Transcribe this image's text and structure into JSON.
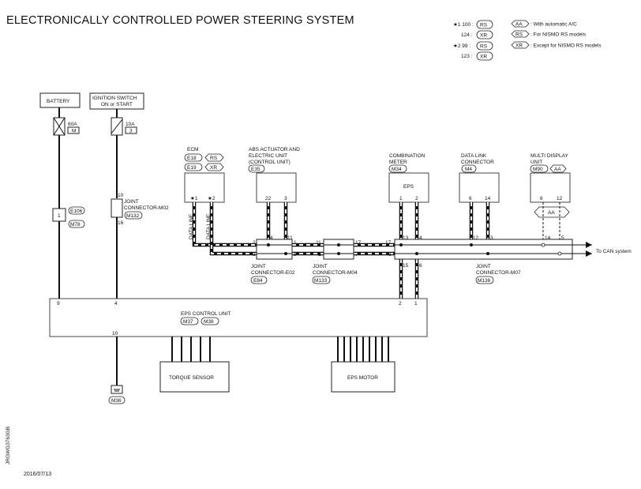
{
  "title": "ELECTRONICALLY CONTROLLED POWER STEERING SYSTEM",
  "legend": {
    "mark1_prefix": "★1 100 :",
    "mark1_tag": "RS",
    "mark1_alt_prefix": "124 :",
    "mark1_alt_tag": "XR",
    "mark2_prefix": "★2  99 :",
    "mark2_tag": "RS",
    "mark2_alt_prefix": "123 :",
    "mark2_alt_tag": "XR",
    "items": [
      {
        "tag": "AA",
        "text": ": With automatic A/C"
      },
      {
        "tag": "RS",
        "text": ": For NISMO RS models"
      },
      {
        "tag": "XR",
        "text": ": Except for NISMO RS models"
      }
    ]
  },
  "battery": {
    "label": "BATTERY",
    "fuse_rating": "60A",
    "fuse_id": "M"
  },
  "ignition": {
    "line1": "IGNITION SWITCH",
    "line2": "ON or START",
    "fuse_rating": "10A",
    "fuse_id": "3"
  },
  "connector_e106": {
    "pin": "1",
    "id1": "E106",
    "id2": "M78"
  },
  "joint_m02": {
    "line1": "JOINT",
    "line2": "CONNECTOR-M02",
    "pin_top": "10",
    "pin_bottom": "16",
    "id": "M132"
  },
  "ecm": {
    "label": "ECM",
    "conn1": "E18",
    "tag1": "RS",
    "conn2": "E19",
    "tag2": "XR",
    "pin1": "★1",
    "pin2": "★2"
  },
  "abs": {
    "line1": "ABS ACTUATOR AND",
    "line2": "ELECTRIC UNIT",
    "line3": "(CONTROL UNIT)",
    "conn": "E35",
    "pin1": "22",
    "pin2": "3"
  },
  "combination_meter": {
    "line1": "COMBINATION",
    "line2": "METER",
    "conn": "M34",
    "inner": "EPS",
    "pin1": "1",
    "pin2": "2"
  },
  "data_link": {
    "line1": "DATA LINK",
    "line2": "CONNECTOR",
    "conn": "M4",
    "pin1": "6",
    "pin2": "14"
  },
  "multi_display": {
    "line1": "MULTI DISPLAY",
    "line2": "UNIT",
    "conn": "M90",
    "tag": "AA",
    "pin1": "6",
    "pin2": "12",
    "hex_tag": "AA"
  },
  "data_line_label": "DATA LINE",
  "joint_e02": {
    "line1": "JOINT",
    "line2": "CONNECTOR-E02",
    "id": "E84",
    "pins": [
      "2",
      "4",
      "11",
      "9",
      "1",
      "8"
    ]
  },
  "joint_m04": {
    "line1": "JOINT",
    "line2": "CONNECTOR-M04",
    "id": "M133",
    "pins": [
      "11",
      "17",
      "1",
      "7"
    ]
  },
  "joint_m07": {
    "line1": "JOINT",
    "line2": "CONNECTOR-M07",
    "id": "M136",
    "pins": [
      "8",
      "17",
      "13",
      "4",
      "12",
      "3",
      "14",
      "5",
      "15",
      "6"
    ]
  },
  "can_label": "To CAN system",
  "eps_unit": {
    "label": "EPS CONTROL UNIT",
    "conn1": "M37",
    "conn2": "M38",
    "pin_9": "9",
    "pin_4": "4",
    "pin_2": "2",
    "pin_1": "1",
    "pin_10": "10"
  },
  "torque_sensor": "TORQUE SENSOR",
  "eps_motor": "EPS MOTOR",
  "ground_conn": "M36",
  "side_code": "JRGWG3763GB",
  "date": "2016/07/13"
}
